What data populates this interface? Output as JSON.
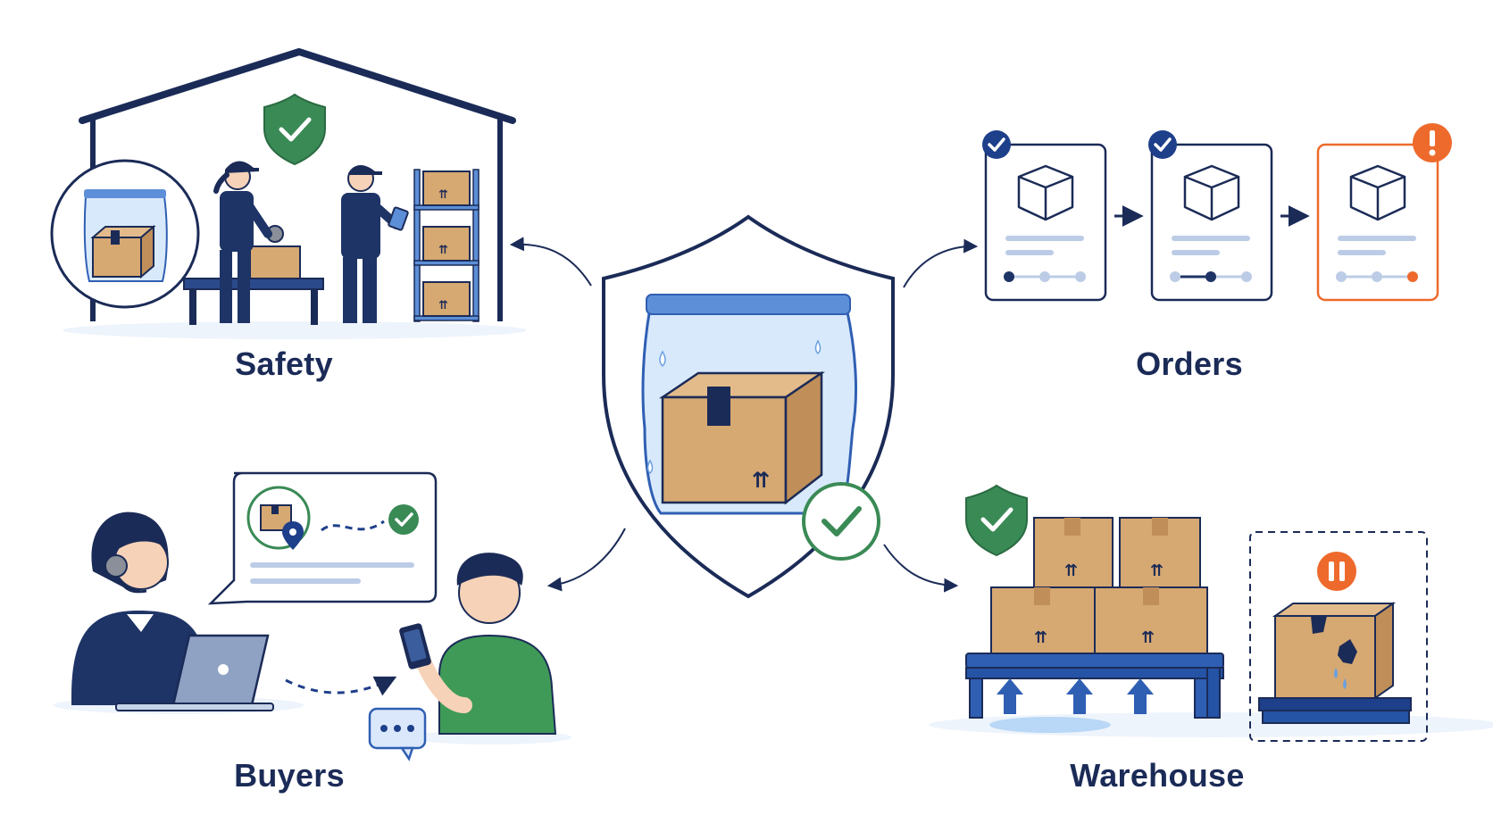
{
  "diagram": {
    "center": {
      "name": "Protected package (sealed waterproof bag)"
    },
    "sections": [
      {
        "id": "safety",
        "label": "Safety"
      },
      {
        "id": "orders",
        "label": "Orders"
      },
      {
        "id": "buyers",
        "label": "Buyers"
      },
      {
        "id": "warehouse",
        "label": "Warehouse"
      }
    ]
  },
  "colors": {
    "navy": "#1b2b57",
    "blue": "#2f5fb3",
    "lightBlue": "#cfe3fb",
    "cardboard": "#d6a872",
    "green": "#3a8a56",
    "orange": "#ee6a2c"
  },
  "icons": [
    "shield-icon",
    "check-icon",
    "alert-icon",
    "pause-icon",
    "chat-icon",
    "location-pin-icon",
    "box-icon",
    "up-arrow-icon"
  ]
}
